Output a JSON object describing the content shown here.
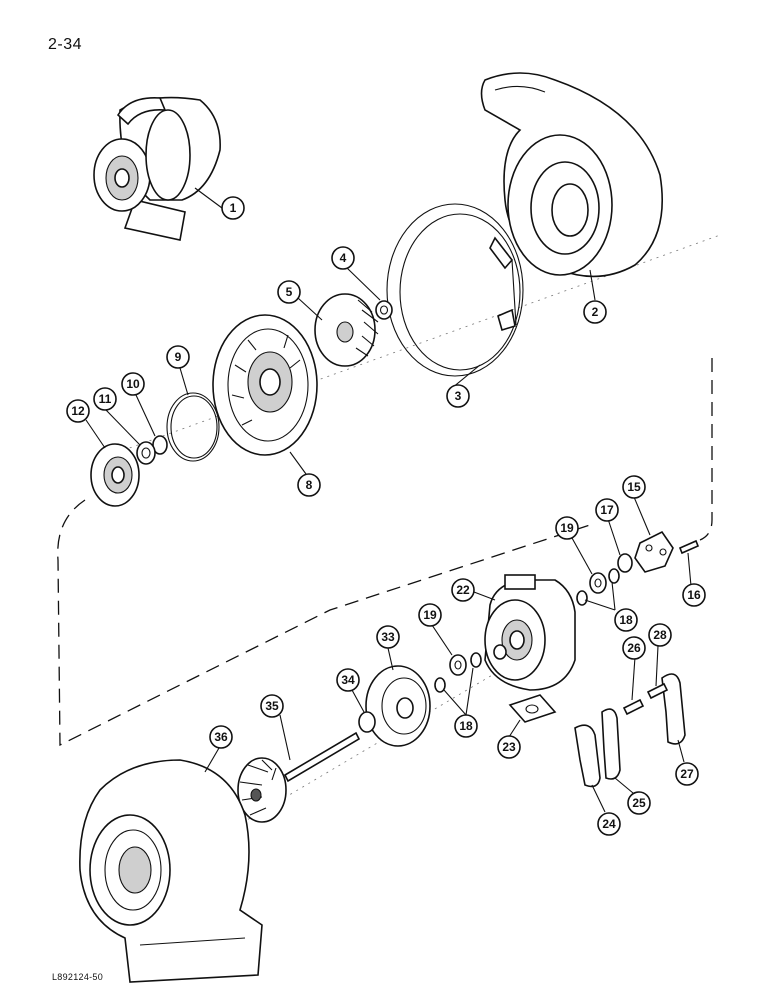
{
  "page": {
    "number": "2-34",
    "figure_code": "L892124-50"
  },
  "callouts": [
    "1",
    "2",
    "3",
    "4",
    "5",
    "8",
    "9",
    "10",
    "11",
    "12",
    "15",
    "16",
    "17",
    "18",
    "18",
    "19",
    "19",
    "22",
    "23",
    "24",
    "25",
    "26",
    "27",
    "28",
    "33",
    "34",
    "35",
    "36"
  ]
}
